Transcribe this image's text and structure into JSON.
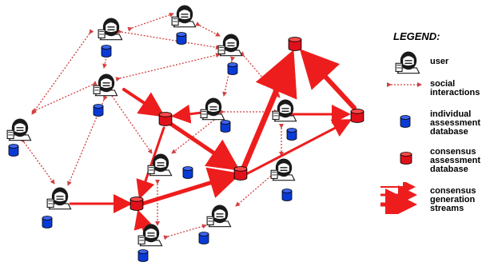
{
  "legend": {
    "title": "LEGEND:",
    "user_label": "user",
    "social_label": "social\ninteractions",
    "individual_db_label": "individual\nassessment\ndatabase",
    "consensus_db_label": "consensus\nassessment\ndatabase",
    "streams_label": "consensus\ngeneration\nstreams"
  },
  "colors": {
    "individual_db": "#0a3ad6",
    "consensus_db": "#e0101a",
    "arrow": "#ee1d1d",
    "user_dark": "#1a1a1a"
  },
  "icons": {
    "user": "computer-user-icon",
    "individual_db": "blue-cylinder-icon",
    "consensus_db": "red-cylinder-icon"
  }
}
